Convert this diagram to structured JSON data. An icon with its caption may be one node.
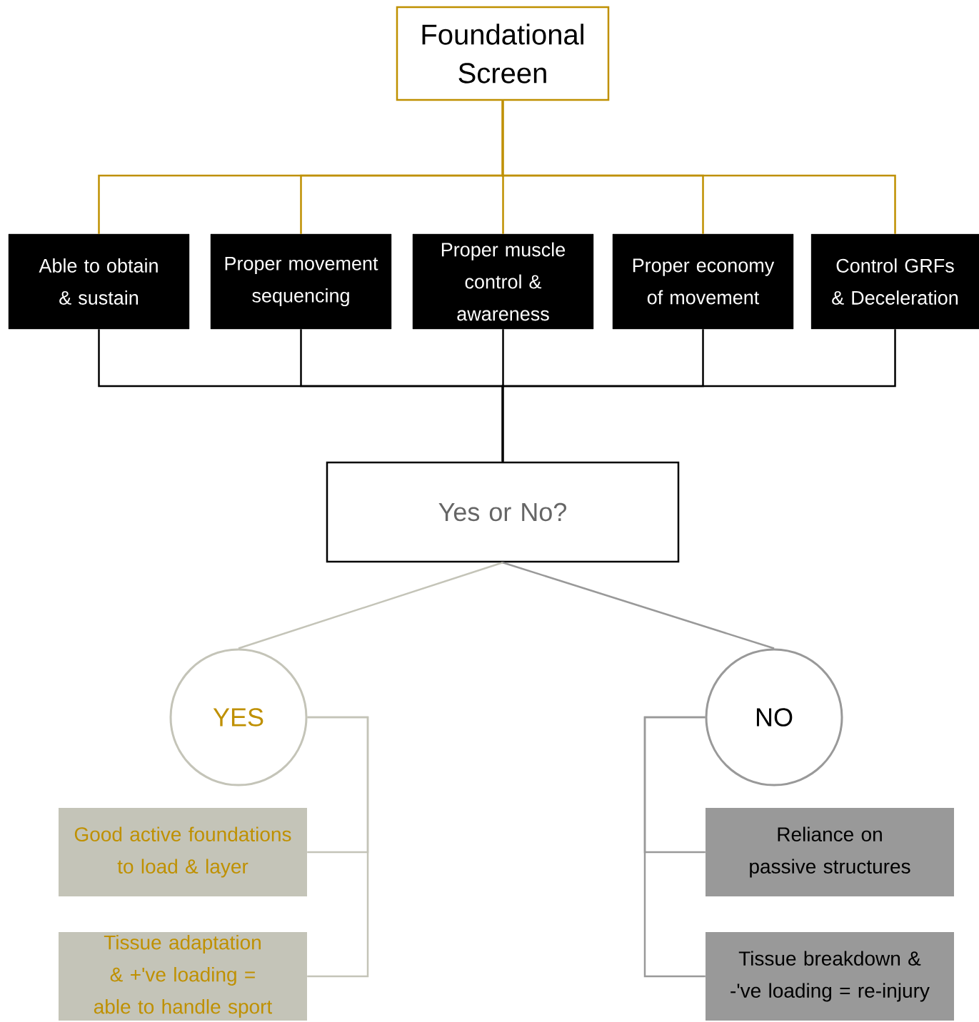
{
  "diagram": {
    "nodes": [
      {
        "text": [
          "Foundational Screen"
        ]
      },
      {
        "text": [
          "Able to obtain & sustain"
        ]
      },
      {
        "text": [
          "Proper movement sequencing"
        ]
      },
      {
        "text": [
          "Proper muscle control & awareness"
        ]
      },
      {
        "text": [
          "Proper economy of movement"
        ]
      },
      {
        "text": [
          "Control GRFs & Deceleration"
        ]
      },
      {
        "text": [
          "Yes or No?"
        ]
      },
      {
        "text": [
          "YES"
        ]
      },
      {
        "text": [
          "NO"
        ]
      },
      {
        "text": [
          "Good active foundations to load & layer"
        ]
      },
      {
        "text": [
          "Tissue adaptation & +'ve loading = able to handle sport"
        ]
      },
      {
        "text": [
          "Reliance on passive structures"
        ]
      },
      {
        "text": [
          "Tissue breakdown & -'ve loading = re-injury"
        ]
      }
    ],
    "edges": [
      {
        "from": 0,
        "to": 1,
        "arrow": "none",
        "color": "#bf9000"
      },
      {
        "from": 0,
        "to": 2,
        "arrow": "none",
        "color": "#bf9000"
      },
      {
        "from": 0,
        "to": 3,
        "arrow": "none",
        "color": "#bf9000"
      },
      {
        "from": 0,
        "to": 4,
        "arrow": "none",
        "color": "#bf9000"
      },
      {
        "from": 0,
        "to": 5,
        "arrow": "none",
        "color": "#bf9000"
      },
      {
        "from": 1,
        "to": 6,
        "arrow": "none",
        "color": "#000000"
      },
      {
        "from": 2,
        "to": 6,
        "arrow": "none",
        "color": "#000000"
      },
      {
        "from": 3,
        "to": 6,
        "arrow": "none",
        "color": "#000000"
      },
      {
        "from": 4,
        "to": 6,
        "arrow": "none",
        "color": "#000000"
      },
      {
        "from": 5,
        "to": 6,
        "arrow": "none",
        "color": "#000000"
      },
      {
        "from": 6,
        "to": 7,
        "arrow": "none",
        "color": "#c4c4b8"
      },
      {
        "from": 6,
        "to": 8,
        "arrow": "none",
        "color": "#999999"
      },
      {
        "from": 7,
        "to": 9,
        "arrow": "none",
        "color": "#c4c4b8"
      },
      {
        "from": 7,
        "to": 10,
        "arrow": "none",
        "color": "#c4c4b8"
      },
      {
        "from": 8,
        "to": 11,
        "arrow": "none",
        "color": "#999999"
      },
      {
        "from": 8,
        "to": 12,
        "arrow": "none",
        "color": "#999999"
      }
    ]
  }
}
